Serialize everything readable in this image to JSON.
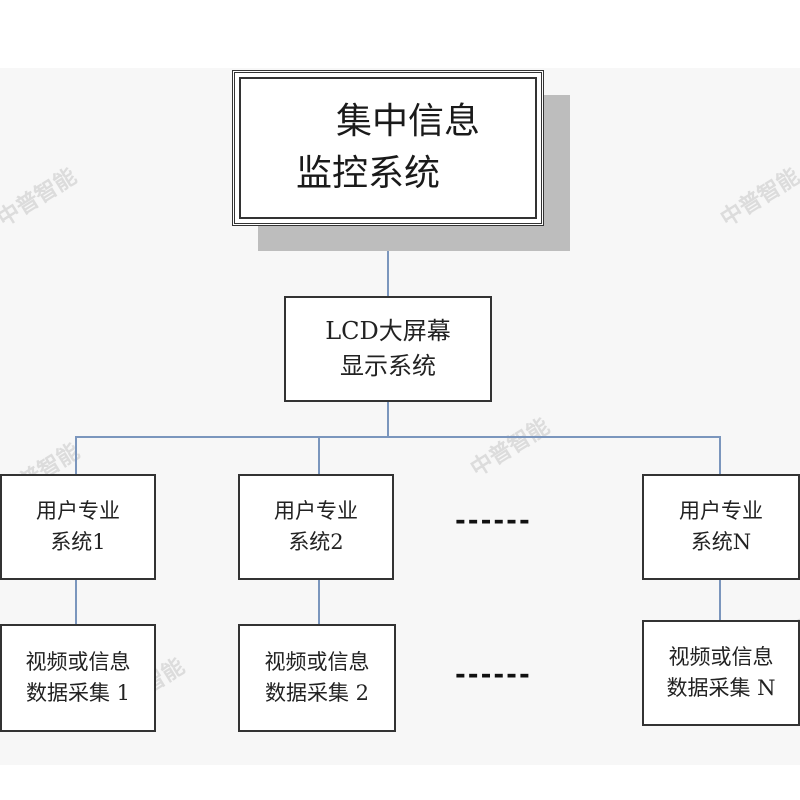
{
  "top": {
    "line1": "集中信息",
    "line2": "监控系统"
  },
  "lcd": {
    "line1": "LCD大屏幕",
    "line2": "显示系统"
  },
  "user_systems": [
    {
      "line1": "用户专业",
      "line2": "系统1"
    },
    {
      "line1": "用户专业",
      "line2": "系统2"
    },
    {
      "line1": "用户专业",
      "line2": "系统N"
    }
  ],
  "collectors": [
    {
      "line1": "视频或信息",
      "line2": "数据采集 1"
    },
    {
      "line1": "视频或信息",
      "line2": "数据采集 2"
    },
    {
      "line1": "视频或信息",
      "line2": "数据采集 N"
    }
  ],
  "ellipsis": "------",
  "watermark": "中普智能",
  "colors": {
    "connector": "#7b96bd",
    "border": "#333333",
    "shadow": "#bdbdbd"
  }
}
